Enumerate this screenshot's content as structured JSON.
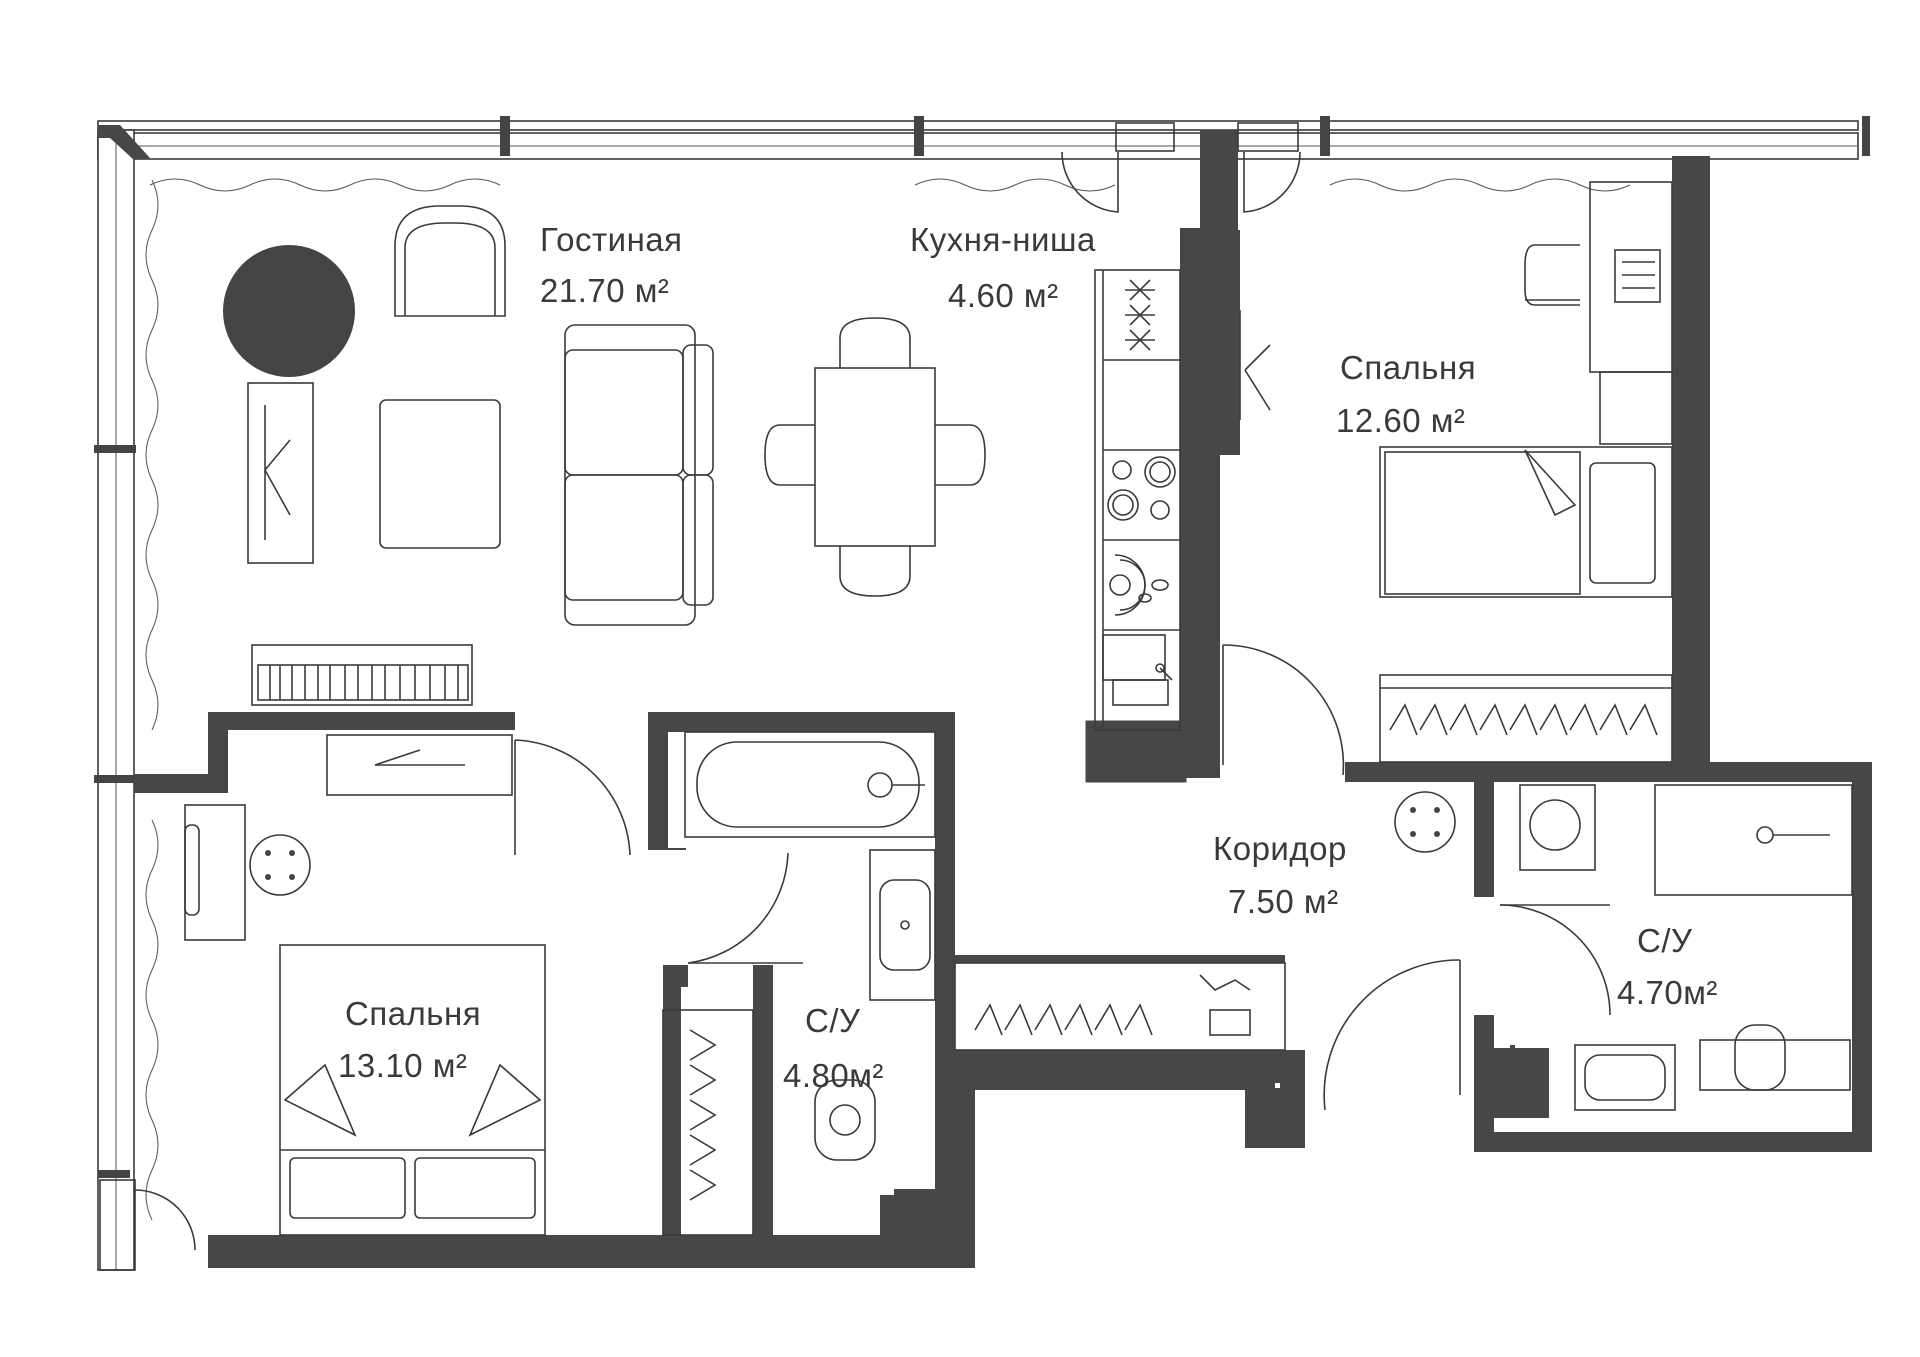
{
  "rooms": [
    {
      "id": "living",
      "name": "Гостиная",
      "area": "21.70 м²"
    },
    {
      "id": "kitchen",
      "name": "Кухня-ниша",
      "area": "4.60 м²"
    },
    {
      "id": "bedroom-right",
      "name": "Спальня",
      "area": "12.60 м²"
    },
    {
      "id": "corridor",
      "name": "Коридор",
      "area": "7.50 м²"
    },
    {
      "id": "bath-left",
      "name": "С/У",
      "area": "4.80м²"
    },
    {
      "id": "bath-right",
      "name": "С/У",
      "area": "4.70м²"
    },
    {
      "id": "bedroom-left",
      "name": "Спальня",
      "area": "13.10 м²"
    }
  ],
  "colors": {
    "wall": "#474747",
    "line": "#3a3a3a",
    "background": "#ffffff"
  }
}
